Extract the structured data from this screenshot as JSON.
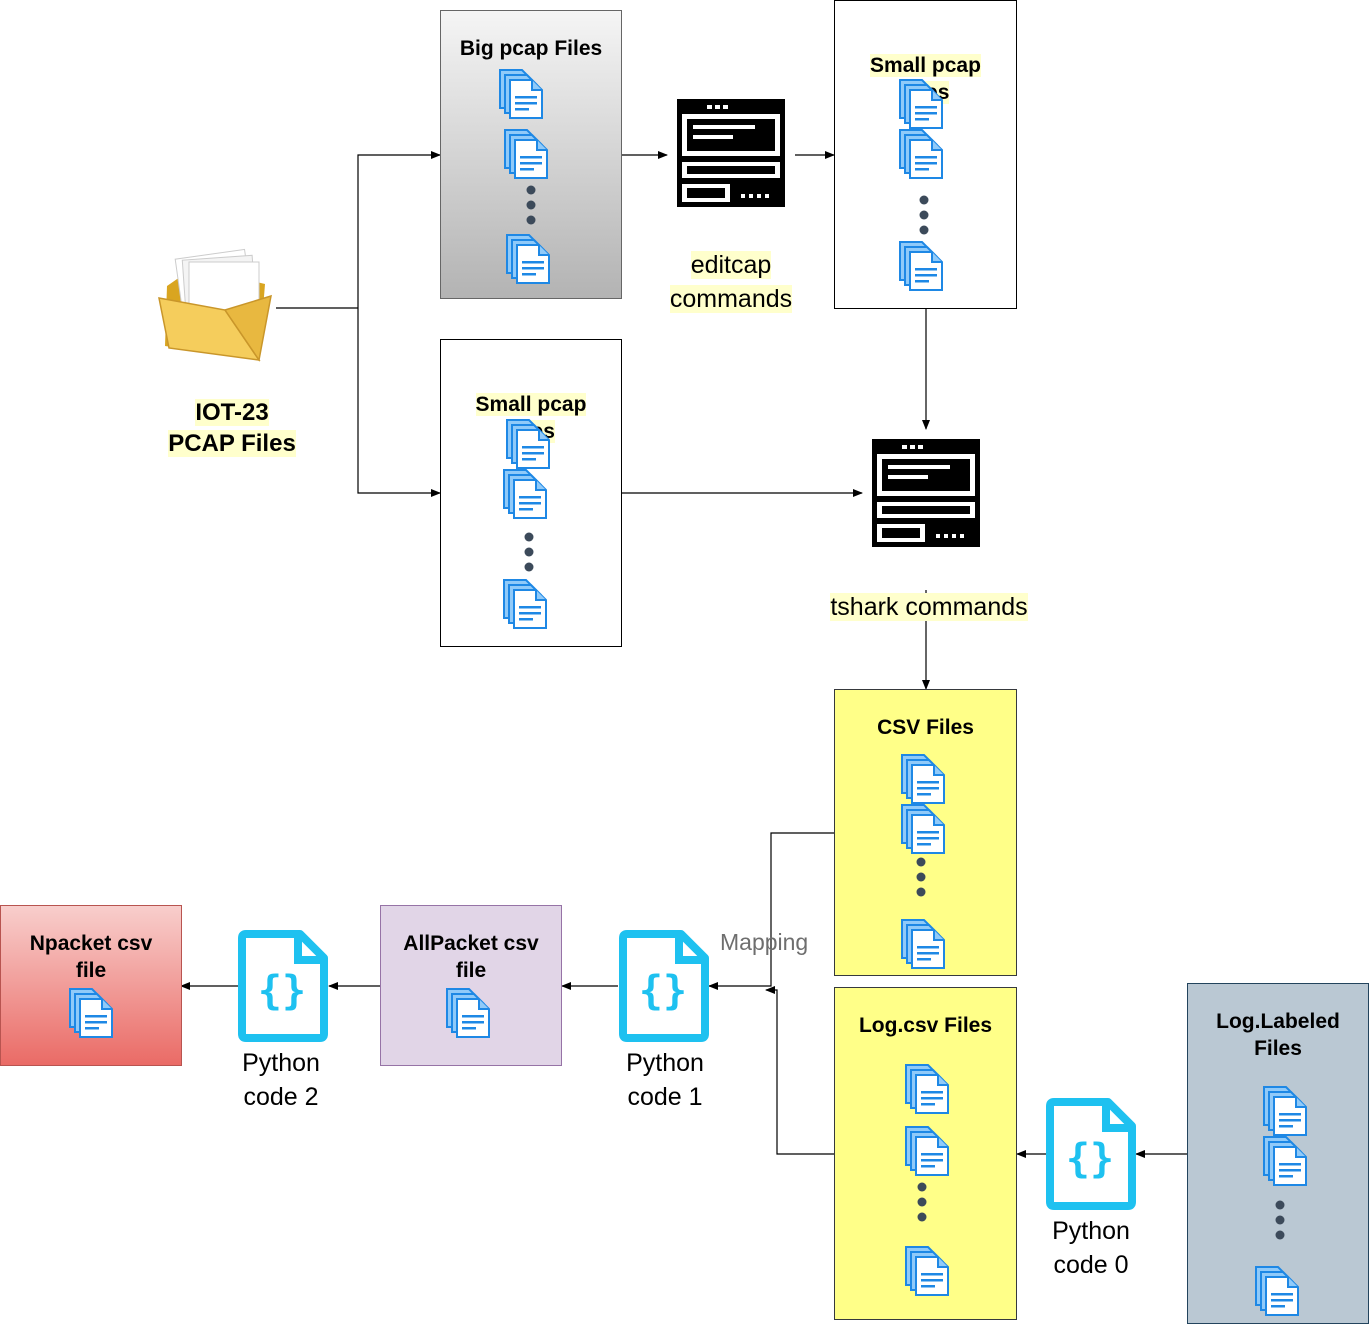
{
  "colors": {
    "doc_blue": "#1e88e5",
    "doc_light": "#90caf9",
    "code_cyan": "#1ec1f0",
    "yellow_box": "#ffff88",
    "red_top": "#f8cecc",
    "red_bottom": "#ea6b66",
    "purple_box": "#e1d5e7",
    "slate_box": "#bac8d3",
    "gray_top": "#f5f5f5",
    "gray_bottom": "#b3b3b3",
    "folder": "#f0c040"
  },
  "nodes": {
    "iot": {
      "label": "IOT-23\nPCAP Files",
      "icon": "folder-icon"
    },
    "big_pcap": {
      "title": "Big pcap Files"
    },
    "small_pcap_top": {
      "title": "Small pcap\nFiles"
    },
    "small_pcap_mid": {
      "title": "Small pcap\nFiles"
    },
    "editcap": {
      "label": "editcap\ncommands",
      "icon": "terminal-icon"
    },
    "tshark": {
      "label": "tshark commands",
      "icon": "terminal-icon"
    },
    "csv_files": {
      "title": "CSV Files"
    },
    "log_csv": {
      "title": "Log.csv Files"
    },
    "log_labeled": {
      "title": "Log.Labeled\nFiles"
    },
    "allpacket": {
      "title": "AllPacket csv\nfile"
    },
    "npacket": {
      "title": "Npacket csv\nfile"
    },
    "python0": {
      "label": "Python\ncode 0",
      "icon": "code-file-icon"
    },
    "python1": {
      "label": "Python\ncode 1",
      "icon": "code-file-icon"
    },
    "python2": {
      "label": "Python\ncode 2",
      "icon": "code-file-icon"
    }
  },
  "edges": {
    "mapping_label": "Mapping"
  }
}
